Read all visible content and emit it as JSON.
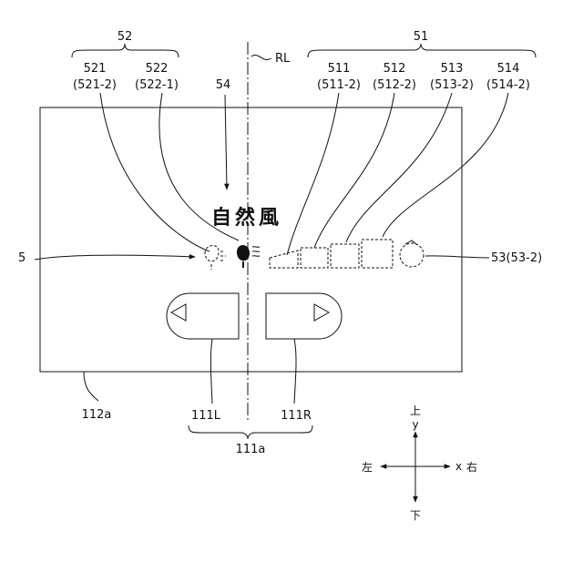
{
  "labels": {
    "g52": "52",
    "g51": "51",
    "rl": "RL",
    "l521": "521",
    "l521b": "(521-2)",
    "l522": "522",
    "l522b": "(522-1)",
    "l511": "511",
    "l511b": "(511-2)",
    "l512": "512",
    "l512b": "(512-2)",
    "l513": "513",
    "l513b": "(513-2)",
    "l514": "514",
    "l514b": "(514-2)",
    "l54": "54",
    "l5": "5",
    "l53": "53(53-2)",
    "l112a": "112a",
    "l111L": "111L",
    "l111R": "111R",
    "l111a": "111a"
  },
  "mode_text": "自然風",
  "axes": {
    "up": "上",
    "y": "y",
    "left": "左",
    "x": "x",
    "right": "右",
    "down": "下"
  }
}
